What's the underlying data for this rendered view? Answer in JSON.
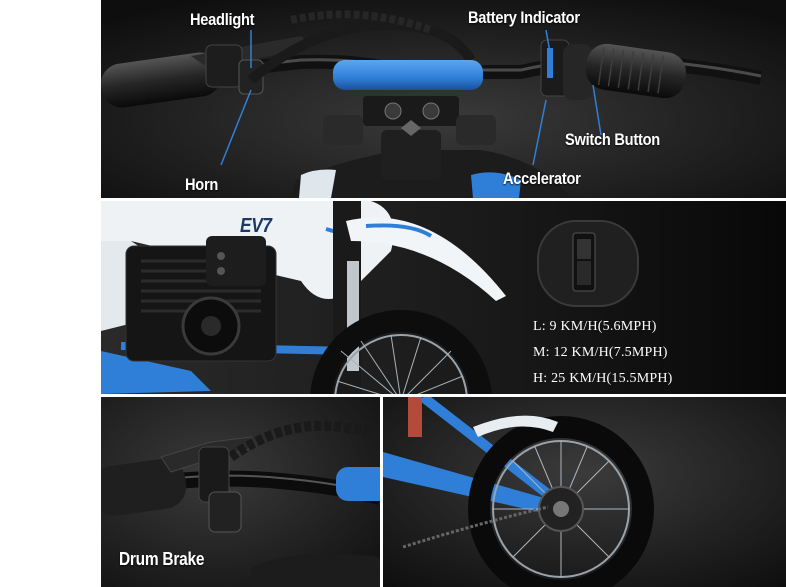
{
  "panels": {
    "handlebar": {
      "labels": {
        "headlight": "Headlight",
        "battery_indicator": "Battery Indicator",
        "switch_button": "Switch Button",
        "horn": "Horn",
        "accelerator": "Accelerator"
      }
    },
    "body": {
      "model_badge": "EV7",
      "speeds": [
        "L:  9 KM/H(5.6MPH)",
        "M: 12 KM/H(7.5MPH)",
        "H:  25 KM/H(15.5MPH)"
      ]
    },
    "brake": {
      "label": "Drum Brake"
    },
    "rear_wheel": {}
  },
  "colors": {
    "accent_blue": "#2f7fd8",
    "frame_white": "#eef2f5",
    "background": "#151515"
  }
}
